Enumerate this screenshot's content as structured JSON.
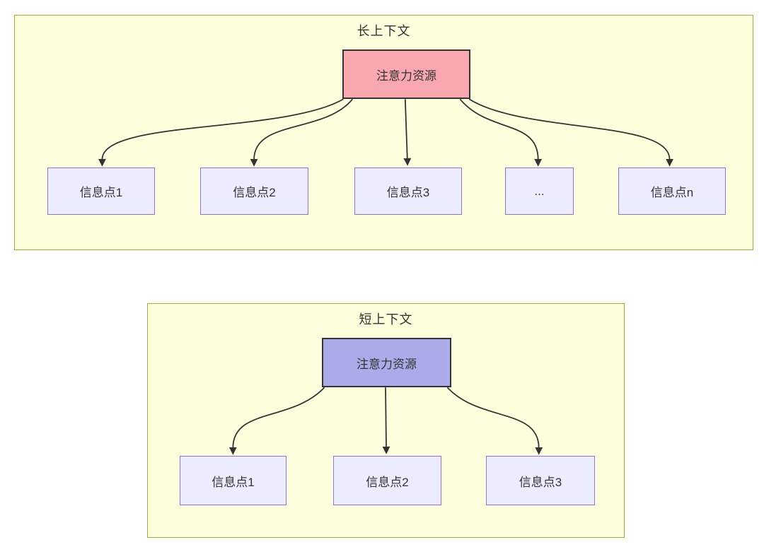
{
  "colors": {
    "canvas_bg": "#ffffff",
    "container_fill": "#ffffde",
    "container_border": "#aaaa33",
    "node_fill": "#ececff",
    "node_border": "#9370db",
    "edge": "#333333",
    "text": "#333333",
    "attention_long_fill": "#f9a8b0",
    "attention_short_fill": "#ababea"
  },
  "long_context": {
    "title": "长上下文",
    "attention_label": "注意力资源",
    "nodes": [
      "信息点1",
      "信息点2",
      "信息点3",
      "...",
      "信息点n"
    ]
  },
  "short_context": {
    "title": "短上下文",
    "attention_label": "注意力资源",
    "nodes": [
      "信息点1",
      "信息点2",
      "信息点3"
    ]
  }
}
